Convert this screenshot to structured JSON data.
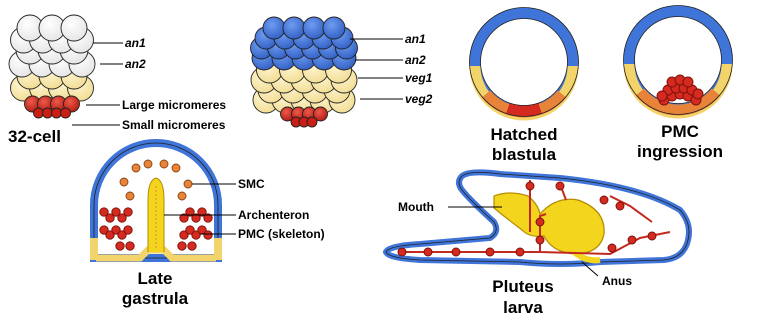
{
  "colors": {
    "animal": "#ffffff",
    "animal_blue": "#3f74d8",
    "vegetal": "#f7e7a6",
    "vegetal_yellow": "#f3d46a",
    "micromere": "#d42a1f",
    "smc": "#e8833a",
    "gut": "#f2d51c",
    "ectoderm": "#3f74d8"
  },
  "stage_32cell": {
    "title": "32-cell",
    "labels": {
      "an1": "an1",
      "an2": "an2",
      "large": "Large micromeres",
      "small": "Small micromeres"
    }
  },
  "stage_60cell": {
    "labels": {
      "an1": "an1",
      "an2": "an2",
      "veg1": "veg1",
      "veg2": "veg2"
    }
  },
  "stage_hatched": {
    "title_line1": "Hatched",
    "title_line2": "blastula"
  },
  "stage_pmc": {
    "title_line1": "PMC",
    "title_line2": "ingression"
  },
  "stage_gastrula": {
    "title_line1": "Late",
    "title_line2": "gastrula",
    "labels": {
      "smc": "SMC",
      "archenteron": "Archenteron",
      "pmc": "PMC (skeleton)"
    }
  },
  "stage_pluteus": {
    "title_line1": "Pluteus",
    "title_line2": "larva",
    "labels": {
      "mouth": "Mouth",
      "anus": "Anus"
    }
  }
}
